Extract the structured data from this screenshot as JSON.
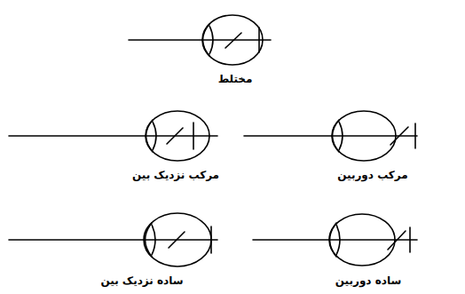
{
  "diagram": {
    "labels": [
      "مختلط",
      "مرکب نزدیک بین",
      "مرکب دوربین",
      "ساده نزدیک بین",
      "ساده دوربین"
    ]
  }
}
